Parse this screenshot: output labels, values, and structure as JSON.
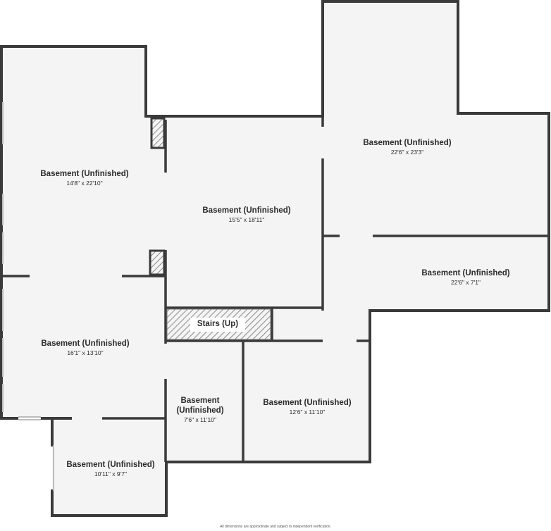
{
  "rooms": [
    {
      "name": "Basement (Unfinished)",
      "dims": "14'8\" x 22'10\""
    },
    {
      "name": "Basement (Unfinished)",
      "dims": "15'5\" x 18'11\""
    },
    {
      "name": "Basement (Unfinished)",
      "dims": "22'6\" x 23'3\""
    },
    {
      "name": "Basement (Unfinished)",
      "dims": "22'6\" x 7'1\""
    },
    {
      "name": "Basement (Unfinished)",
      "dims": "16'1\" x 13'10\""
    },
    {
      "name_line1": "Basement",
      "name_line2": "(Unfinished)",
      "dims": "7'6\" x 11'10\""
    },
    {
      "name": "Basement (Unfinished)",
      "dims": "12'6\" x 11'10\""
    },
    {
      "name": "Basement (Unfinished)",
      "dims": "10'11\" x 9'7\""
    }
  ],
  "stairs": {
    "label": "Stairs (Up)"
  },
  "footer": {
    "disclaimer": "All dimensions are approximate and subject to independent verification."
  },
  "colors": {
    "wall": "#3a3a3a",
    "floor": "#f4f4f4",
    "hatch": "#8a8a8a"
  }
}
